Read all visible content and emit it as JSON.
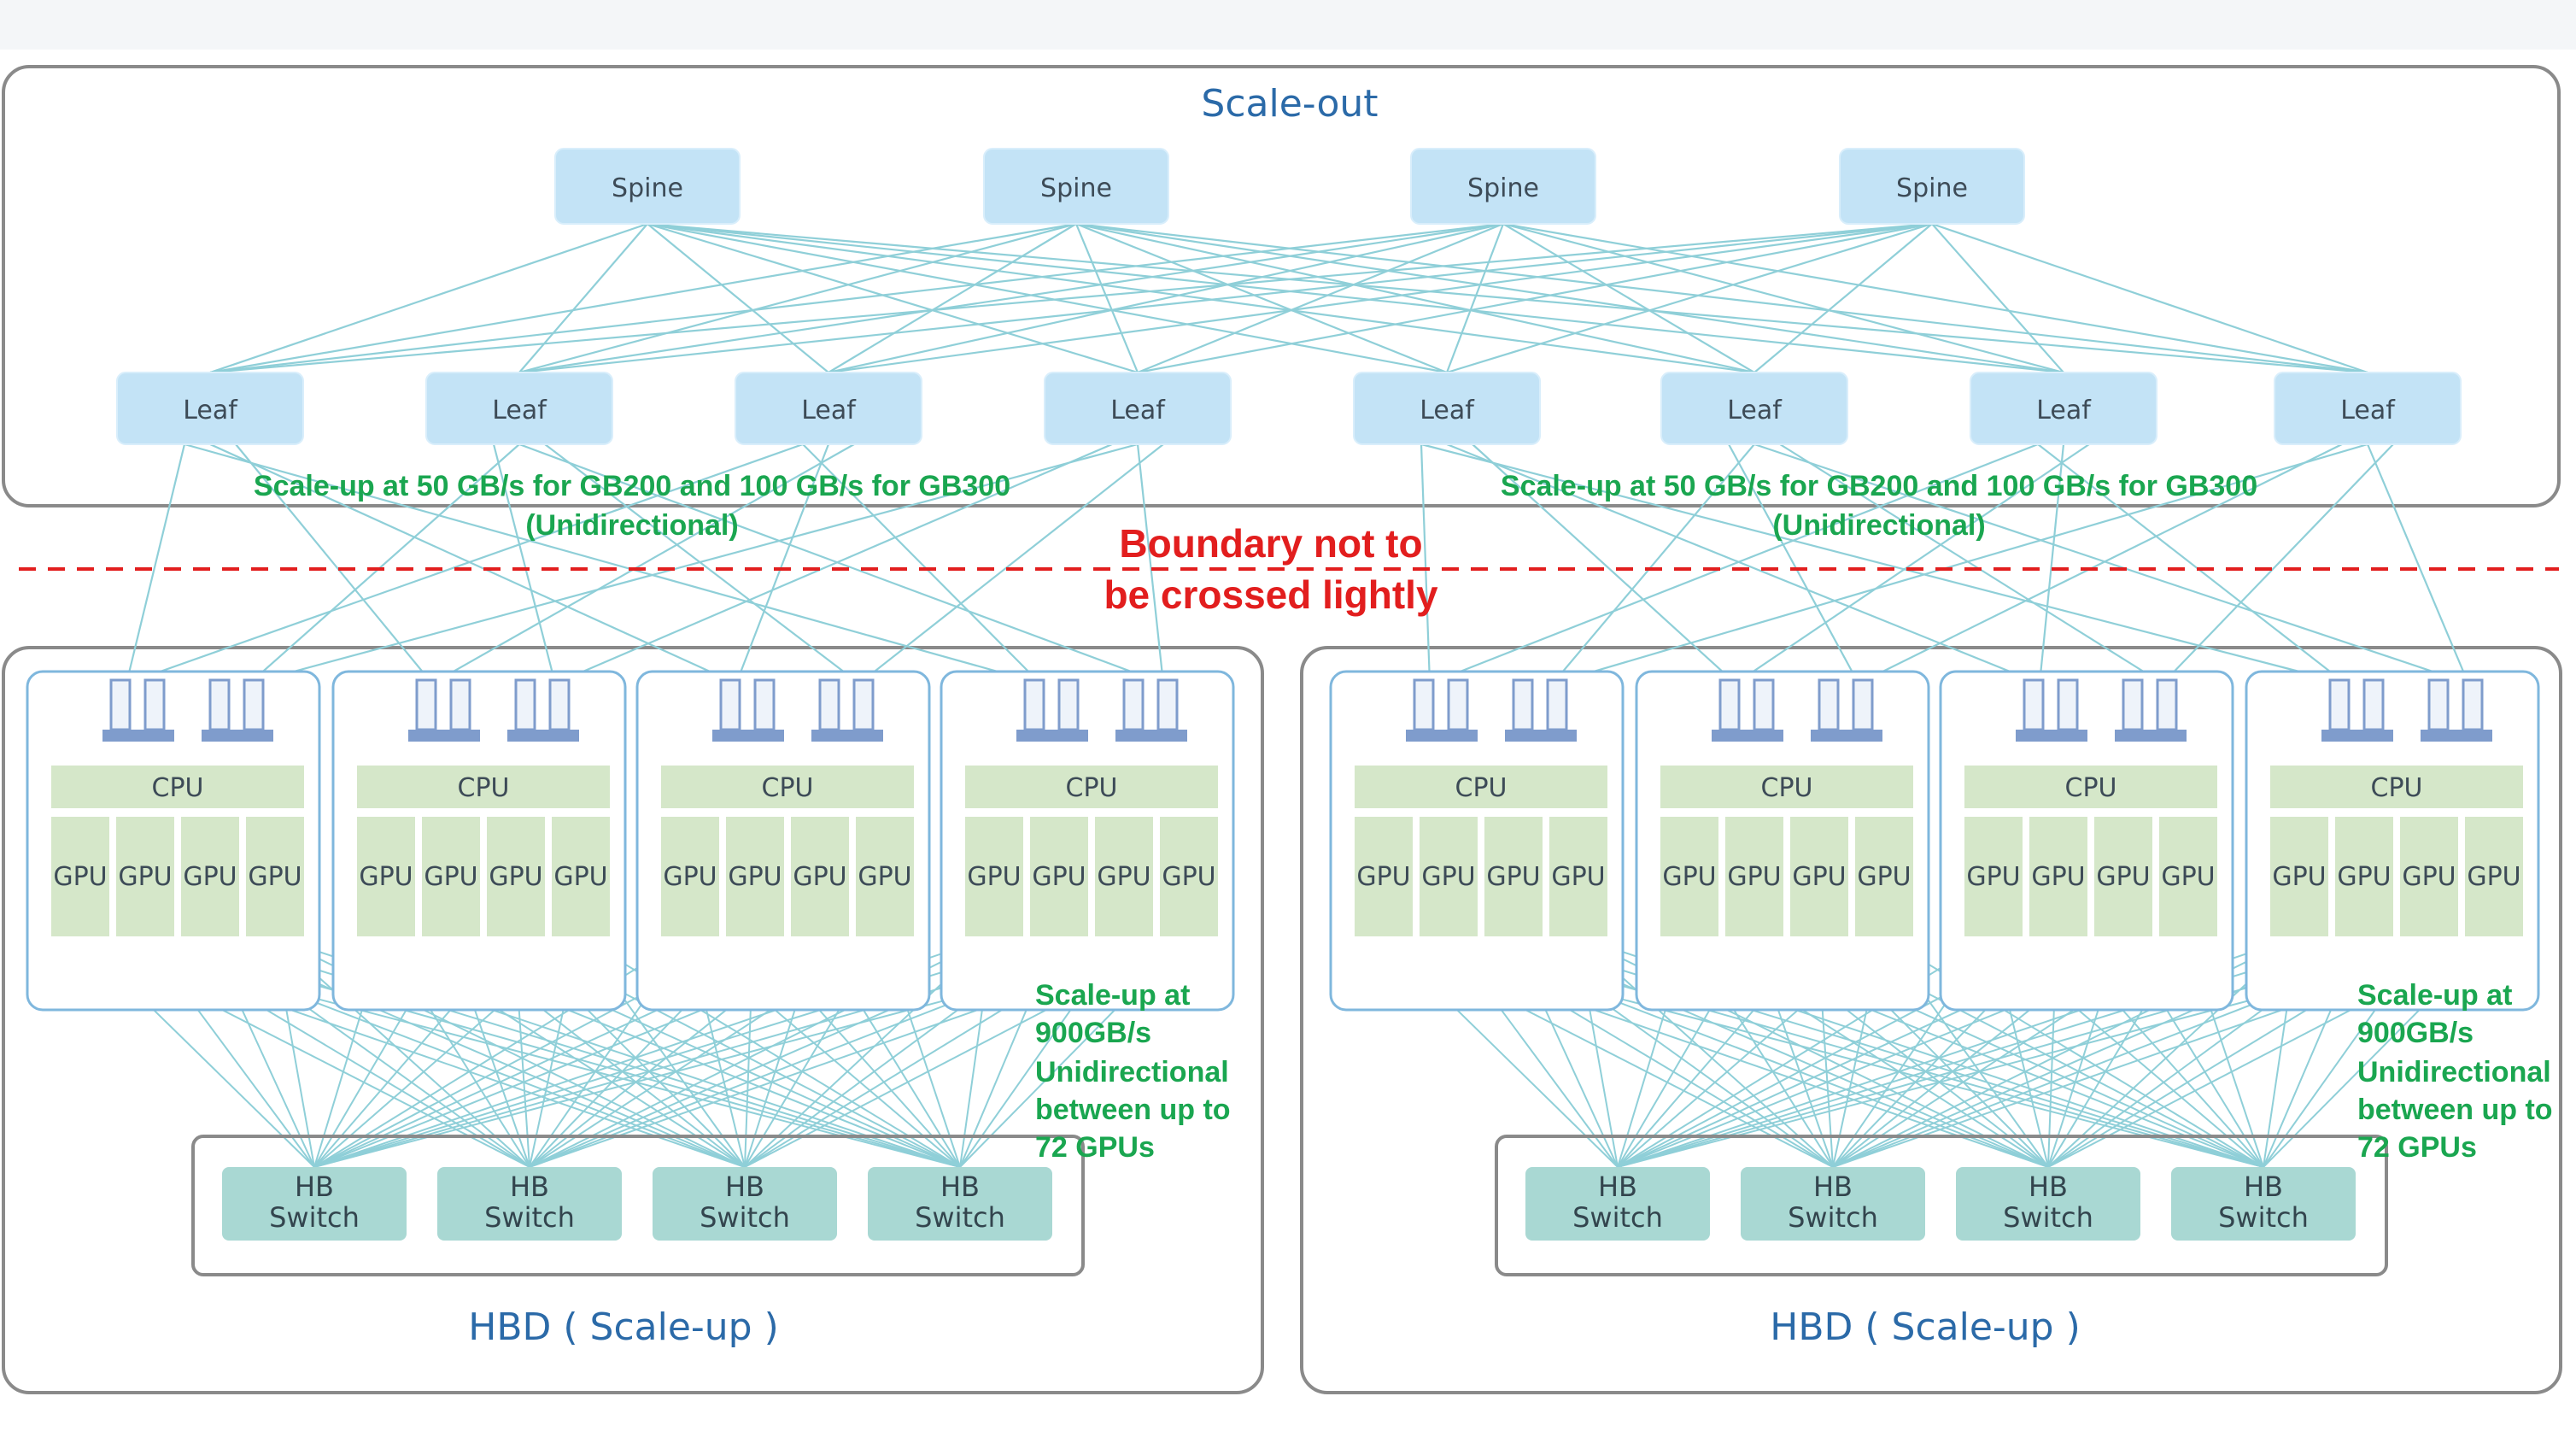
{
  "scale_out": {
    "title": "Scale-out"
  },
  "spine_label": "Spine",
  "leaf_label": "Leaf",
  "cpu_label": "CPU",
  "gpu_label": "GPU",
  "hb_switch_label_line1": "HB",
  "hb_switch_label_line2": "Switch",
  "hbd_title": "HBD ( Scale-up )",
  "annotations": {
    "scale_up_left_line1": "Scale-up at 50 GB/s for GB200 and 100 GB/s for GB300",
    "scale_up_left_line2": "(Unidirectional)",
    "scale_up_right_line1": "Scale-up at 50 GB/s for GB200 and 100 GB/s for GB300",
    "scale_up_right_line2": "(Unidirectional)",
    "boundary_line1": "Boundary not to",
    "boundary_line2": "be crossed lightly",
    "nvlink_left": [
      "Scale-up at",
      "900GB/s",
      "Unidirectional",
      "between up to",
      "72 GPUs"
    ],
    "nvlink_right": [
      "Scale-up at",
      "900GB/s",
      "Unidirectional",
      "between up to",
      "72 GPUs"
    ]
  },
  "colors": {
    "link": "#8fcfd8",
    "spine_leaf_fill": "#c3e3f6",
    "cpu_gpu_fill": "#d5e7c9",
    "hb_fill": "#a9d8d3",
    "port_fill": "#7f9ccc",
    "box_border": "#8a8a8a",
    "node_border": "#7fb7dd",
    "green_text": "#1aa650",
    "red_text": "#e21e1e",
    "blue_text": "#2b6aa8"
  }
}
